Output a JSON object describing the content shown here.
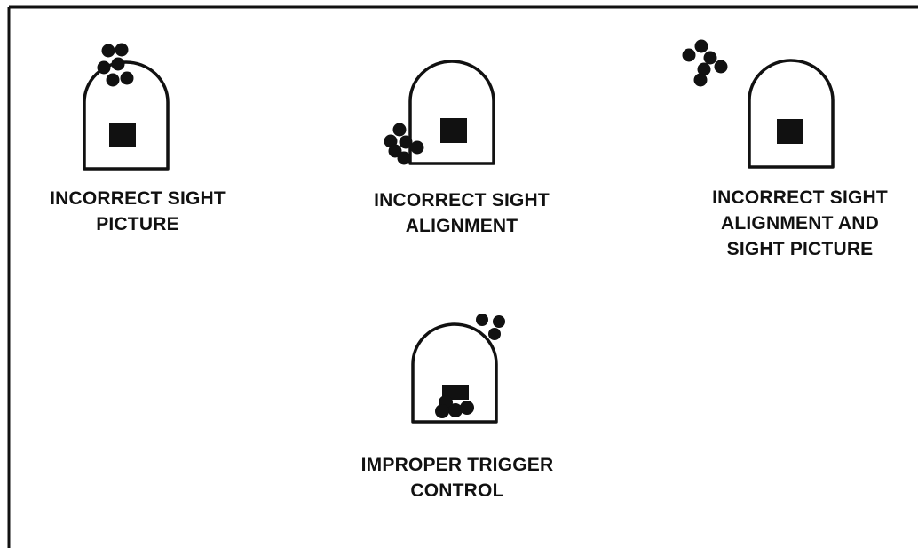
{
  "colors": {
    "ink": "#111111",
    "background": "#ffffff"
  },
  "panels": [
    {
      "id": "incorrect-sight-picture",
      "caption_lines": [
        "INCORRECT SIGHT",
        "PICTURE"
      ],
      "shot_group_location": "above top of target"
    },
    {
      "id": "incorrect-sight-alignment",
      "caption_lines": [
        "INCORRECT SIGHT",
        "ALIGNMENT"
      ],
      "shot_group_location": "lower left edge of target"
    },
    {
      "id": "incorrect-sight-alignment-and-sight-picture",
      "caption_lines": [
        "INCORRECT SIGHT",
        "ALIGNMENT AND",
        "SIGHT PICTURE"
      ],
      "shot_group_location": "outside target, upper left"
    },
    {
      "id": "improper-trigger-control",
      "caption_lines": [
        "IMPROPER TRIGGER",
        "CONTROL"
      ],
      "shot_group_location": "scattered: upper right of target and below aiming point"
    }
  ]
}
